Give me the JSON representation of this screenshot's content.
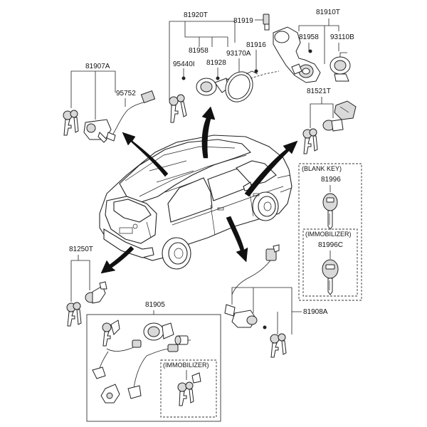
{
  "labels": {
    "p81920T": "81920T",
    "p81919": "81919",
    "p81910T": "81910T",
    "p81958a": "81958",
    "p81958b": "81958",
    "p81916": "81916",
    "p93110B": "93110B",
    "p95440I": "95440I",
    "p81928": "81928",
    "p93170A": "93170A",
    "p81907A": "81907A",
    "p95752": "95752",
    "p81521T": "81521T",
    "p81996": "81996",
    "p81996C": "81996C",
    "p81250T": "81250T",
    "p81905": "81905",
    "p81908A": "81908A"
  },
  "notes": {
    "blank_key": "(BLANK KEY)",
    "immobilizer_right": "(IMMOBILIZER)",
    "immobilizer_bottom": "(IMMOBILIZER)"
  },
  "colors": {
    "line": "#222222",
    "background": "#ffffff"
  }
}
